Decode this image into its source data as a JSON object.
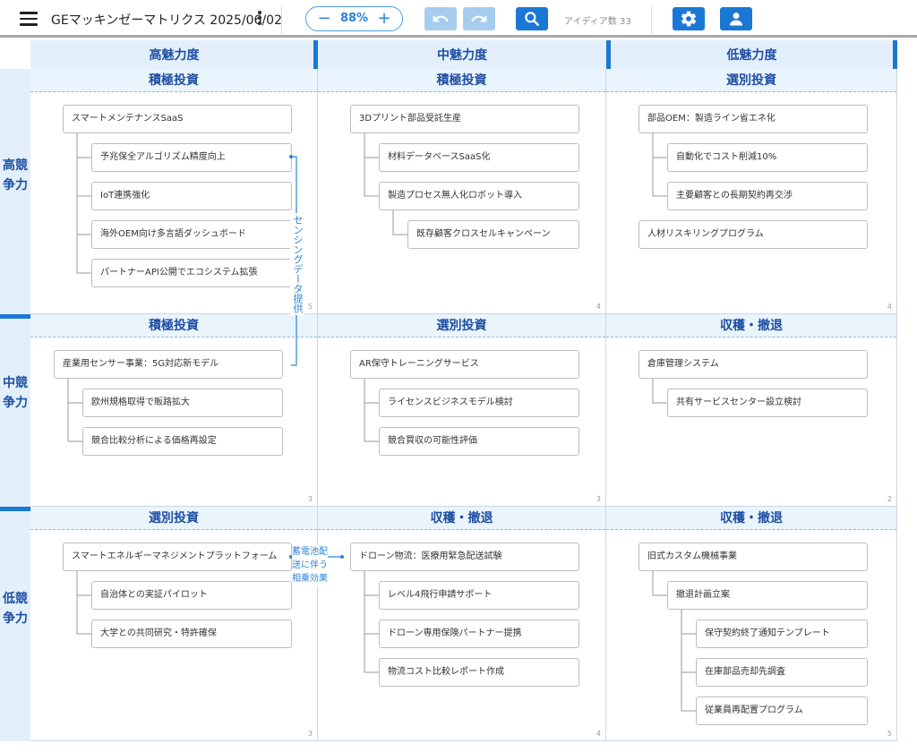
{
  "toolbar": {
    "title": "GEマッキンゼーマトリクス 2025/06/02",
    "zoom": "88%",
    "zoom_minus": "−",
    "zoom_plus": "+",
    "idea_count": "アイディア数 33",
    "icons": [
      "hamburger-icon",
      "more-vert-icon",
      "undo-icon",
      "redo-icon",
      "search-icon",
      "gear-icon",
      "user-icon"
    ]
  },
  "columns": [
    "高魅力度",
    "中魅力度",
    "低魅力度"
  ],
  "rows": [
    "高競争力",
    "中競争力",
    "低競争力"
  ],
  "cells": [
    {
      "label": "積極投資",
      "count": "5",
      "nodes": [
        "スマートメンテナンスSaaS",
        "予兆保全アルゴリズム精度向上",
        "IoT連携強化",
        "海外OEM向け多言語ダッシュボード",
        "パートナーAPI公開でエコシステム拡張"
      ]
    },
    {
      "label": "積極投資",
      "count": "4",
      "nodes": [
        "3Dプリント部品受託生産",
        "材料データベースSaaS化",
        "製造プロセス無人化ロボット導入",
        "既存顧客クロスセルキャンペーン"
      ]
    },
    {
      "label": "選別投資",
      "count": "4",
      "nodes": [
        "部品OEM：製造ライン省エネ化",
        "自動化でコスト削減10%",
        "主要顧客との長期契約再交渉",
        "人材リスキリングプログラム"
      ]
    },
    {
      "label": "積極投資",
      "count": "3",
      "nodes": [
        "産業用センサー事業：5G対応新モデル",
        "欧州規格取得で販路拡大",
        "競合比較分析による価格再設定"
      ]
    },
    {
      "label": "選別投資",
      "count": "3",
      "nodes": [
        "AR保守トレーニングサービス",
        "ライセンスビジネスモデル検討",
        "競合買収の可能性評価"
      ]
    },
    {
      "label": "収穫・撤退",
      "count": "2",
      "nodes": [
        "倉庫管理システム",
        "共有サービスセンター設立検討"
      ]
    },
    {
      "label": "選別投資",
      "count": "3",
      "nodes": [
        "スマートエネルギーマネジメントプラットフォーム",
        "自治体との実証パイロット",
        "大学との共同研究・特許確保"
      ]
    },
    {
      "label": "収穫・撤退",
      "count": "4",
      "nodes": [
        "ドローン物流：医療用緊急配送試験",
        "レベル4飛行申請サポート",
        "ドローン専用保険パートナー提携",
        "物流コスト比較レポート作成"
      ]
    },
    {
      "label": "収穫・撤退",
      "count": "5",
      "nodes": [
        "旧式カスタム機械事業",
        "撤退計画立案",
        "保守契約終了通知テンプレート",
        "在庫部品売却先調査",
        "従業員再配置プログラム"
      ]
    }
  ],
  "links": {
    "sensing": "センシングデータ提供",
    "battery": [
      "蓄電池配",
      "送に伴う",
      "相乗効果"
    ]
  },
  "colors": {
    "accent": "#1a78d4",
    "header_bg": "#e3f0fc",
    "header_text": "#1f4ea3",
    "link": "#2b83d6"
  }
}
